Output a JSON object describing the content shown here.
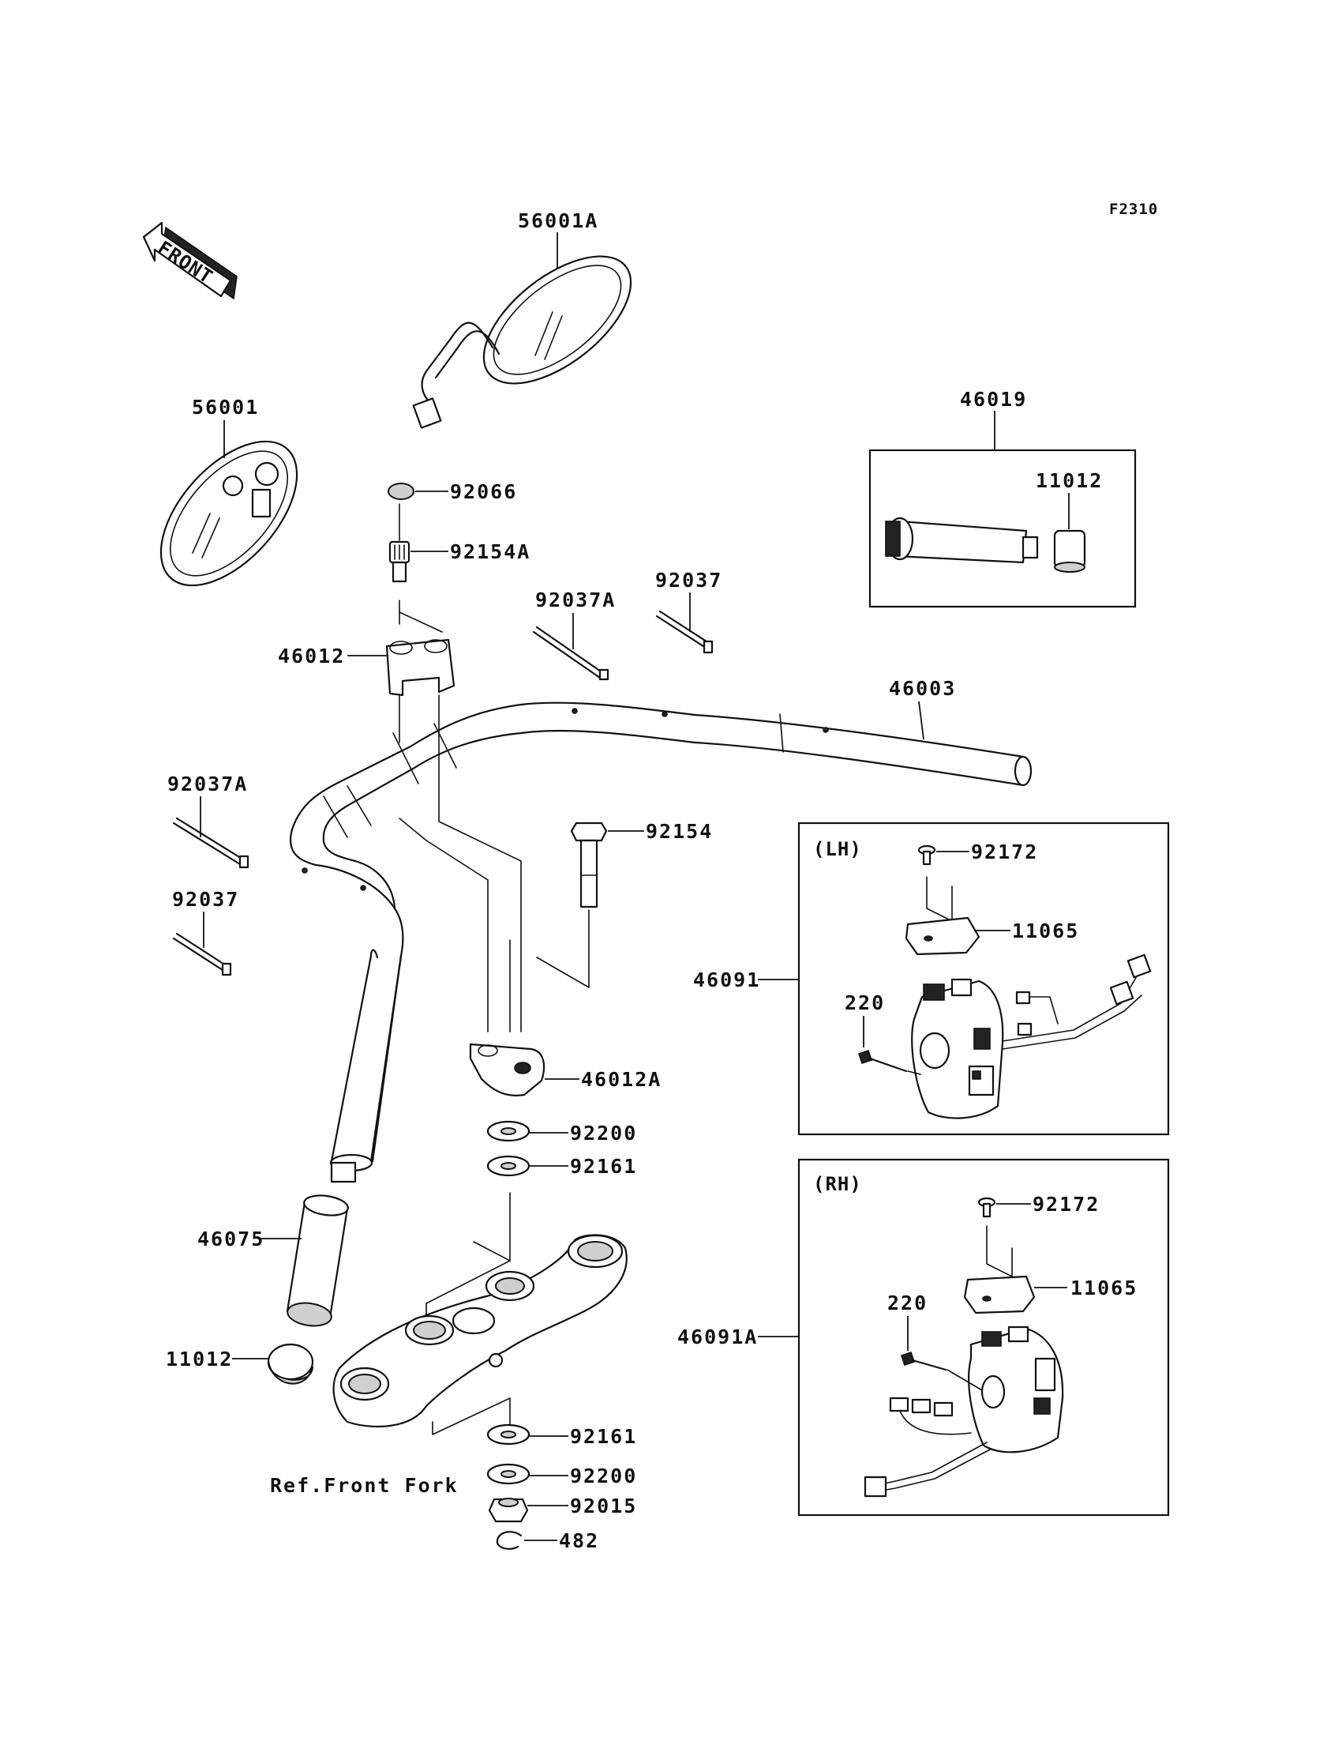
{
  "figure_code": "F2310",
  "direction_arrow": "FRONT",
  "panels": {
    "left_switch": "(LH)",
    "right_switch": "(RH)"
  },
  "reference_note": "Ref.Front Fork",
  "parts": {
    "mirror_right": "56001A",
    "mirror_left": "56001",
    "grip_assembly": "46019",
    "grip_end_right": "11012",
    "cap": "92066",
    "bolt_upper": "92154A",
    "holder_upper": "46012",
    "clamp_92037A_upper": "92037A",
    "clamp_92037_upper": "92037",
    "handlebar": "46003",
    "clamp_92037A_left": "92037A",
    "clamp_92037_left": "92037",
    "bolt_lower": "92154",
    "holder_lower": "46012A",
    "washer_92200_upper": "92200",
    "washer_92161_upper": "92161",
    "grip_left": "46075",
    "grip_end_left": "11012",
    "washer_92161_lower": "92161",
    "washer_92200_lower": "92200",
    "nut": "92015",
    "clip": "482",
    "lh_screw": "92172",
    "lh_cover": "11065",
    "lh_switch": "46091",
    "lh_screw_220": "220",
    "rh_screw": "92172",
    "rh_cover": "11065",
    "rh_switch": "46091A",
    "rh_screw_220": "220"
  }
}
